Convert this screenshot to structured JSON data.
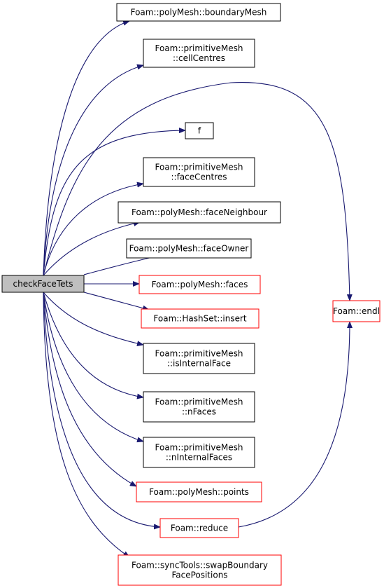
{
  "colors": {
    "edge": "#191970",
    "border_documented": "#000000",
    "border_truncated": "#ff0000",
    "root_fill": "#bfbfbf",
    "node_fill": "#ffffff"
  },
  "root": {
    "id": "checkFaceTets",
    "label": [
      "checkFaceTets"
    ]
  },
  "nodes": [
    {
      "id": "boundaryMesh",
      "label": [
        "Foam::polyMesh::boundaryMesh"
      ],
      "truncated": false
    },
    {
      "id": "cellCentres",
      "label": [
        "Foam::primitiveMesh",
        "::cellCentres"
      ],
      "truncated": false
    },
    {
      "id": "f",
      "label": [
        "f"
      ],
      "truncated": false
    },
    {
      "id": "faceCentres",
      "label": [
        "Foam::primitiveMesh",
        "::faceCentres"
      ],
      "truncated": false
    },
    {
      "id": "faceNeighbour",
      "label": [
        "Foam::polyMesh::faceNeighbour"
      ],
      "truncated": false
    },
    {
      "id": "faceOwner",
      "label": [
        "Foam::polyMesh::faceOwner"
      ],
      "truncated": false
    },
    {
      "id": "faces",
      "label": [
        "Foam::polyMesh::faces"
      ],
      "truncated": true
    },
    {
      "id": "insert",
      "label": [
        "Foam::HashSet::insert"
      ],
      "truncated": true
    },
    {
      "id": "isInternalFace",
      "label": [
        "Foam::primitiveMesh",
        "::isInternalFace"
      ],
      "truncated": false
    },
    {
      "id": "nFaces",
      "label": [
        "Foam::primitiveMesh",
        "::nFaces"
      ],
      "truncated": false
    },
    {
      "id": "nInternalFaces",
      "label": [
        "Foam::primitiveMesh",
        "::nInternalFaces"
      ],
      "truncated": false
    },
    {
      "id": "points",
      "label": [
        "Foam::polyMesh::points"
      ],
      "truncated": true
    },
    {
      "id": "reduce",
      "label": [
        "Foam::reduce"
      ],
      "truncated": true
    },
    {
      "id": "swapBoundary",
      "label": [
        "Foam::syncTools::swapBoundary",
        "FacePositions"
      ],
      "truncated": true
    },
    {
      "id": "endl",
      "label": [
        "Foam::endl"
      ],
      "truncated": true
    }
  ],
  "edges": [
    [
      "checkFaceTets",
      "boundaryMesh"
    ],
    [
      "checkFaceTets",
      "cellCentres"
    ],
    [
      "checkFaceTets",
      "endl"
    ],
    [
      "checkFaceTets",
      "f"
    ],
    [
      "checkFaceTets",
      "faceCentres"
    ],
    [
      "checkFaceTets",
      "faceNeighbour"
    ],
    [
      "checkFaceTets",
      "faceOwner"
    ],
    [
      "checkFaceTets",
      "faces"
    ],
    [
      "checkFaceTets",
      "insert"
    ],
    [
      "checkFaceTets",
      "isInternalFace"
    ],
    [
      "checkFaceTets",
      "nFaces"
    ],
    [
      "checkFaceTets",
      "nInternalFaces"
    ],
    [
      "checkFaceTets",
      "points"
    ],
    [
      "checkFaceTets",
      "reduce"
    ],
    [
      "checkFaceTets",
      "swapBoundary"
    ],
    [
      "reduce",
      "endl"
    ]
  ]
}
